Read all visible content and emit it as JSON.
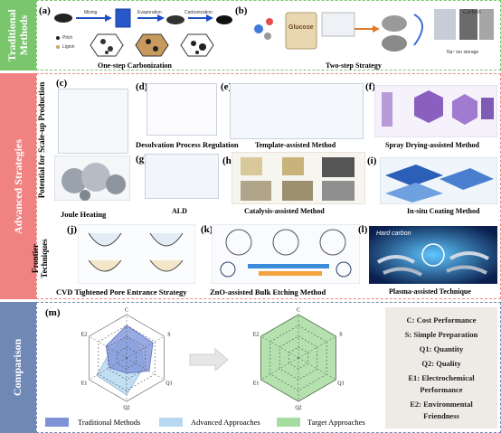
{
  "colors": {
    "traditional": "#79c66c",
    "advanced": "#f08282",
    "comparison": "#6f88b6",
    "trad_poly": "#7f93d9",
    "adv_poly": "#b7d8f0",
    "target_poly": "#a7dca0"
  },
  "rows": {
    "traditional": "Traditional Methods",
    "advanced": "Advanced Strategies",
    "comparison": "Comparison"
  },
  "panels": {
    "a": {
      "letter": "(a)",
      "caption": "One-step Carbonization",
      "labels": {
        "mixing": "Mixing",
        "evaporation": "Evaporation",
        "carbonization": "Carbonization",
        "pitch": "Pitch",
        "lignin": "Lignin"
      }
    },
    "b": {
      "letter": "(b)",
      "caption": "Two-step Strategy",
      "glucose": "Glucose",
      "labels": {
        "carbon": "Carbon",
        "na_ion_storage": "Na⁺ ion storage"
      }
    },
    "c": {
      "letter": "(c)"
    },
    "scaleup": "Potential for Scale-up Production",
    "joule": "Joule Heating",
    "d": {
      "letter": "(d)",
      "caption": "Desolvation Process Regulation"
    },
    "e": {
      "letter": "(e)",
      "caption": "Template-assisted Method"
    },
    "f": {
      "letter": "(f)",
      "caption": "Spray Drying-assisted Method"
    },
    "g": {
      "letter": "(g)",
      "caption": "ALD"
    },
    "h": {
      "letter": "(h)",
      "caption": "Catalysis-assisted Method"
    },
    "i": {
      "letter": "(i)",
      "caption": "In-situ Coating Method"
    },
    "frontier": "Frontier Techniques",
    "j": {
      "letter": "(j)",
      "caption": "CVD Tightened Pore Entrance Strategy"
    },
    "k": {
      "letter": "(k)",
      "caption": "ZnO-assisted Bulk Etching Method"
    },
    "l": {
      "letter": "(l)",
      "caption": "Plasma-assisted Technique",
      "hard_carbon": "Hard carbon"
    },
    "m": {
      "letter": "(m)"
    }
  },
  "radar": {
    "axes": [
      "C",
      "S",
      "Q1",
      "Q2",
      "E1",
      "E2"
    ],
    "traditional": [
      0.75,
      0.7,
      0.6,
      0.35,
      0.45,
      0.55
    ],
    "advanced": [
      0.5,
      0.4,
      0.45,
      0.85,
      0.8,
      0.4
    ],
    "target": [
      1,
      1,
      1,
      1,
      1,
      1
    ]
  },
  "legend": {
    "traditional": "Traditional Methods",
    "advanced": "Advanced Approaches",
    "target": "Target Approaches"
  },
  "key": [
    "C: Cost Performance",
    "S: Simple Preparation",
    "Q1: Quantity",
    "Q2: Quality",
    "E1: Electrochemical",
    "Performance",
    "E2: Environmental",
    "Friendness"
  ]
}
